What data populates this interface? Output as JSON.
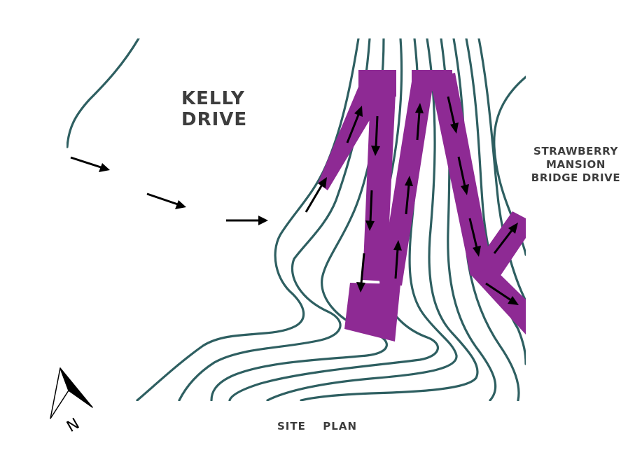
{
  "labels": {
    "kelly_drive_line1": "KELLY",
    "kelly_drive_line2": "DRIVE",
    "strawberry_line1": "STRAWBERRY",
    "strawberry_line2": "MANSION",
    "strawberry_line3": "BRIDGE DRIVE",
    "caption": "SITE  PLAN"
  },
  "north_arrow": {
    "letter": "N"
  },
  "colors": {
    "contour": "#2e5f61",
    "path": "#8e2a94",
    "arrow": "#000000",
    "text": "#3d3d3d"
  }
}
